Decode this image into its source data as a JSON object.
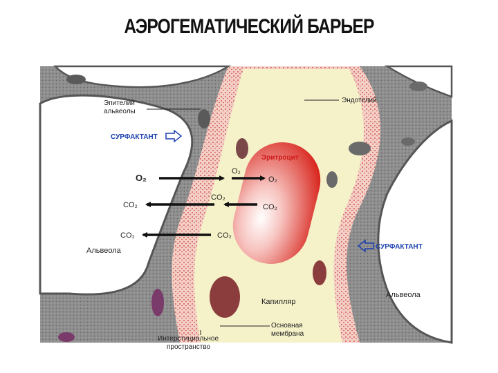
{
  "title": "АЭРОГЕМАТИЧЕСКИЙ БАРЬЕР",
  "labels": {
    "epithelium_line1": "Эпителий",
    "epithelium_line2": "альвеолы",
    "endothelium": "Эндотелий",
    "surfactant_left": "СУРФАКТАНТ",
    "surfactant_right": "СУРФАКТАНТ",
    "erythrocyte": "Эритроцит",
    "alveola_left": "Альвеола",
    "alveola_right": "Альвеола",
    "capillary": "Капилляр",
    "basal_line1": "Основная",
    "basal_line2": "мембрана",
    "interstitial_line1": "Интерстициальное",
    "interstitial_line2": "пространство"
  },
  "gases": {
    "o2_left": "O₂",
    "o2_mid": "O₂",
    "o2_right": "O₂",
    "co2_1": "CO₂",
    "co2_mid1": "CO₂",
    "co2_right": "CO₂",
    "co2_2": "CO₂",
    "co2_mid2": "CO₂"
  },
  "colors": {
    "tissue": "#8a8a8a",
    "tissue_dark": "#5e5e5e",
    "plasma": "#f3efc0",
    "capillary_wall": "#e39a9a",
    "erythrocyte": "#e0302a",
    "label_blue": "#1a3fb0",
    "label_red": "#d01818"
  }
}
